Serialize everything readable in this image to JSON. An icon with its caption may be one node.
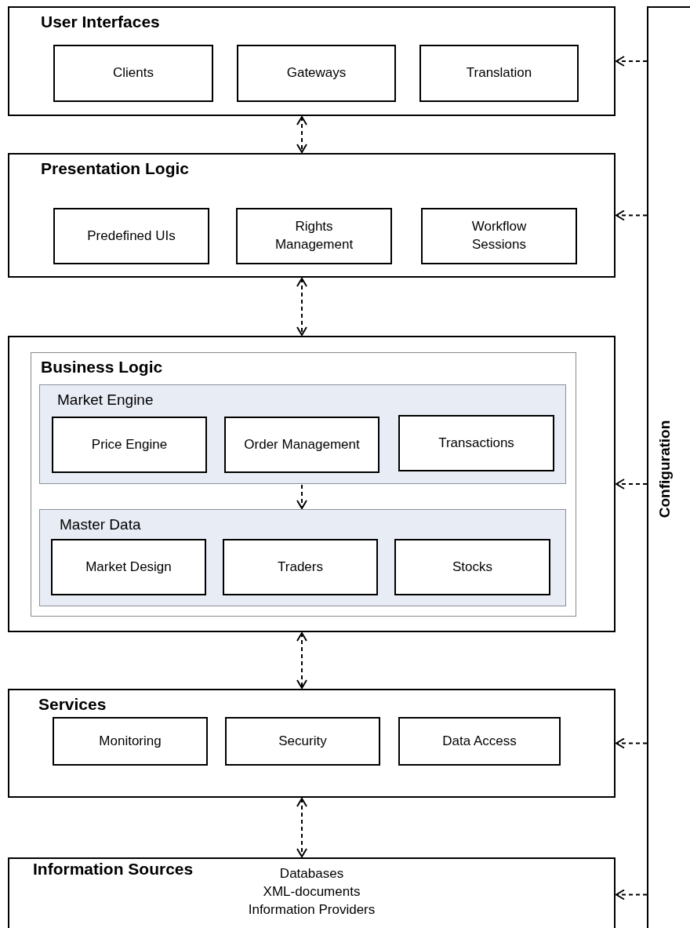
{
  "diagram": {
    "nodes": [
      {
        "text": [
          "User Interfaces"
        ]
      },
      {
        "text": [
          "Clients"
        ],
        "in": 0
      },
      {
        "text": [
          "Gateways"
        ],
        "in": 0
      },
      {
        "text": [
          "Translation"
        ],
        "in": 0
      },
      {
        "text": [
          "Presentation Logic"
        ]
      },
      {
        "text": [
          "Predefined UIs"
        ],
        "in": 4
      },
      {
        "text": [
          "Rights Management"
        ],
        "in": 4
      },
      {
        "text": [
          "Workflow Sessions"
        ],
        "in": 4
      },
      {
        "text": [
          "Business Logic"
        ]
      },
      {
        "text": [
          "Market Engine"
        ],
        "in": 8
      },
      {
        "text": [
          "Price Engine"
        ],
        "in": 9
      },
      {
        "text": [
          "Order Management"
        ],
        "in": 9
      },
      {
        "text": [
          "Transactions"
        ],
        "in": 9
      },
      {
        "text": [
          "Master Data"
        ],
        "in": 8
      },
      {
        "text": [
          "Market Design"
        ],
        "in": 13
      },
      {
        "text": [
          "Traders"
        ],
        "in": 13
      },
      {
        "text": [
          "Stocks"
        ],
        "in": 13
      },
      {
        "text": [
          "Services"
        ]
      },
      {
        "text": [
          "Monitoring"
        ],
        "in": 17
      },
      {
        "text": [
          "Security"
        ],
        "in": 17
      },
      {
        "text": [
          "Data Access"
        ],
        "in": 17
      },
      {
        "text": [
          "Information Sources",
          "Databases",
          "XML-documents",
          "Information Providers"
        ]
      },
      {
        "text": [
          "Configuration"
        ]
      }
    ],
    "edges": [
      {
        "from": 0,
        "to": 4,
        "arrow": "both",
        "style": "dashed"
      },
      {
        "from": 4,
        "to": 8,
        "arrow": "both",
        "style": "dashed"
      },
      {
        "from": 9,
        "to": 13,
        "arrow": "to",
        "style": "dashed"
      },
      {
        "from": 8,
        "to": 17,
        "arrow": "both",
        "style": "dashed"
      },
      {
        "from": 17,
        "to": 21,
        "arrow": "both",
        "style": "dashed"
      },
      {
        "from": 22,
        "to": 0,
        "arrow": "to",
        "style": "dashed"
      },
      {
        "from": 22,
        "to": 4,
        "arrow": "to",
        "style": "dashed"
      },
      {
        "from": 22,
        "to": 8,
        "arrow": "to",
        "style": "dashed"
      },
      {
        "from": 22,
        "to": 17,
        "arrow": "to",
        "style": "dashed"
      },
      {
        "from": 22,
        "to": 21,
        "arrow": "to",
        "style": "dashed"
      }
    ]
  }
}
